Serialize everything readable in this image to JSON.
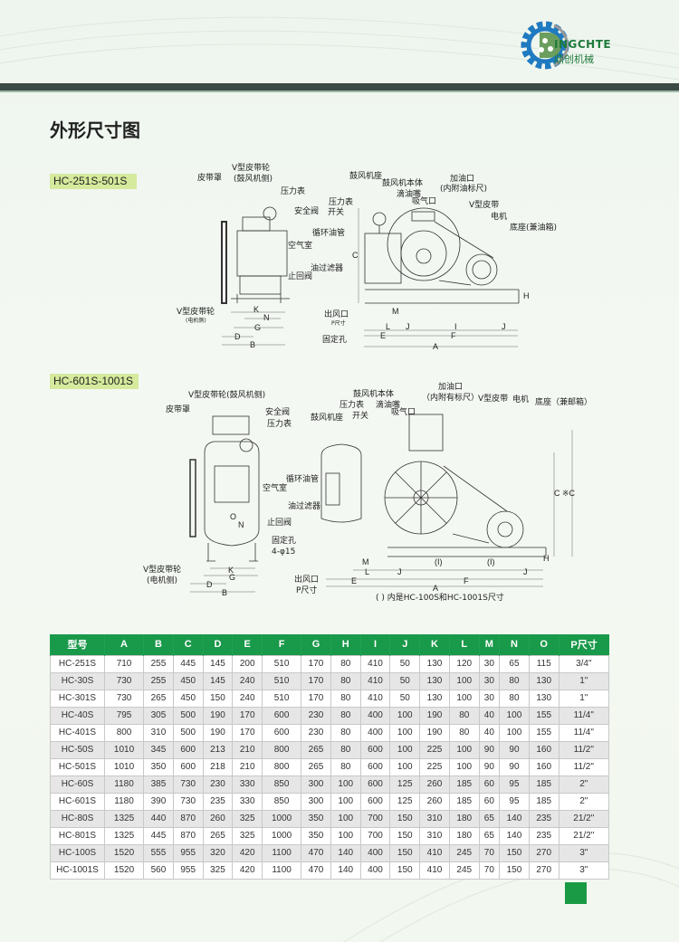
{
  "logo": {
    "text_en": "INGCHTE",
    "text_cn": "鼎创机械"
  },
  "title": "外形尺寸图",
  "section1": {
    "tag": "HC-251S-501S",
    "labels": {
      "belt_cover": "皮带罩",
      "pulley_blower": "V型皮带轮",
      "pulley_blower_side": "(鼓风机侧)",
      "gauge": "压力表",
      "safety_valve": "安全阀",
      "air_chamber": "空气室",
      "check_valve": "止回阀",
      "pulley_motor": "V型皮带轮",
      "pulley_motor_side": "(电机侧)",
      "blower_base": "鼓风机座",
      "blower_body": "鼓风机本体",
      "oil_inlet": "加油口",
      "oil_inlet_note": "(内附油标尺)",
      "drip": "滴油嘴",
      "suction": "吸气口",
      "gauge2": "压力表",
      "switch": "开关",
      "vbelt": "V型皮带",
      "motor": "电机",
      "base": "底座(兼油箱)",
      "oil_pipe": "循环油管",
      "oil_filter": "油过滤器",
      "outlet": "出风口",
      "p_size": "P尺寸",
      "fix_hole": "固定孔"
    },
    "dims": {
      "K": "K",
      "N": "N",
      "G": "G",
      "D": "D",
      "B": "B",
      "C": "C",
      "H": "H",
      "M": "M",
      "L": "L",
      "J1": "J",
      "I": "I",
      "J2": "J",
      "E": "E",
      "F": "F",
      "A": "A"
    }
  },
  "section2": {
    "tag": "HC-601S-1001S",
    "labels": {
      "pulley_blower": "V型皮带轮(鼓风机侧)",
      "belt_cover": "皮带罩",
      "safety_valve": "安全阀",
      "gauge": "压力表",
      "air_chamber": "空气室",
      "check_valve": "止回阀",
      "fix_hole": "固定孔",
      "fix_hole_spec": "4-φ15",
      "pulley_motor": "V型皮带轮",
      "pulley_motor_side": "(电机侧)",
      "oil_inlet": "加油口",
      "oil_inlet_note": "（内附有标尺）",
      "vbelt": "V型皮带",
      "motor": "电机",
      "base": "底座（兼邮箱）",
      "blower_body": "鼓风机本体",
      "gauge2": "压力表",
      "drip": "滴油嘴",
      "switch": "开关",
      "suction": "吸气口",
      "blower_base": "鼓风机座",
      "oil_pipe": "循环油管",
      "oil_filter": "油过滤器",
      "outlet": "出风口",
      "p_size": "P尺寸",
      "note": "( ) 内是HC-100S和HC-1001S尺寸"
    },
    "dims": {
      "O": "O",
      "N": "N",
      "K": "K",
      "G": "G",
      "D": "D",
      "B": "B",
      "CC": "C ※C",
      "M": "M",
      "H": "H",
      "I1": "(I)",
      "I2": "(I)",
      "L": "L",
      "J1": "J",
      "F": "F",
      "J2": "J",
      "E": "E",
      "A": "A"
    }
  },
  "table": {
    "headers": [
      "型号",
      "A",
      "B",
      "C",
      "D",
      "E",
      "F",
      "G",
      "H",
      "I",
      "J",
      "K",
      "L",
      "M",
      "N",
      "O",
      "P尺寸"
    ],
    "rows": [
      [
        "HC-251S",
        "710",
        "255",
        "445",
        "145",
        "200",
        "510",
        "170",
        "80",
        "410",
        "50",
        "130",
        "120",
        "30",
        "65",
        "115",
        "3/4\""
      ],
      [
        "HC-30S",
        "730",
        "255",
        "450",
        "145",
        "240",
        "510",
        "170",
        "80",
        "410",
        "50",
        "130",
        "100",
        "30",
        "80",
        "130",
        "1\""
      ],
      [
        "HC-301S",
        "730",
        "265",
        "450",
        "150",
        "240",
        "510",
        "170",
        "80",
        "410",
        "50",
        "130",
        "100",
        "30",
        "80",
        "130",
        "1\""
      ],
      [
        "HC-40S",
        "795",
        "305",
        "500",
        "190",
        "170",
        "600",
        "230",
        "80",
        "400",
        "100",
        "190",
        "80",
        "40",
        "100",
        "155",
        "11/4\""
      ],
      [
        "HC-401S",
        "800",
        "310",
        "500",
        "190",
        "170",
        "600",
        "230",
        "80",
        "400",
        "100",
        "190",
        "80",
        "40",
        "100",
        "155",
        "11/4\""
      ],
      [
        "HC-50S",
        "1010",
        "345",
        "600",
        "213",
        "210",
        "800",
        "265",
        "80",
        "600",
        "100",
        "225",
        "100",
        "90",
        "90",
        "160",
        "11/2\""
      ],
      [
        "HC-501S",
        "1010",
        "350",
        "600",
        "218",
        "210",
        "800",
        "265",
        "80",
        "600",
        "100",
        "225",
        "100",
        "90",
        "90",
        "160",
        "11/2\""
      ],
      [
        "HC-60S",
        "1180",
        "385",
        "730",
        "230",
        "330",
        "850",
        "300",
        "100",
        "600",
        "125",
        "260",
        "185",
        "60",
        "95",
        "185",
        "2\""
      ],
      [
        "HC-601S",
        "1180",
        "390",
        "730",
        "235",
        "330",
        "850",
        "300",
        "100",
        "600",
        "125",
        "260",
        "185",
        "60",
        "95",
        "185",
        "2\""
      ],
      [
        "HC-80S",
        "1325",
        "440",
        "870",
        "260",
        "325",
        "1000",
        "350",
        "100",
        "700",
        "150",
        "310",
        "180",
        "65",
        "140",
        "235",
        "21/2\""
      ],
      [
        "HC-801S",
        "1325",
        "445",
        "870",
        "265",
        "325",
        "1000",
        "350",
        "100",
        "700",
        "150",
        "310",
        "180",
        "65",
        "140",
        "235",
        "21/2\""
      ],
      [
        "HC-100S",
        "1520",
        "555",
        "955",
        "320",
        "420",
        "1100",
        "470",
        "140",
        "400",
        "150",
        "410",
        "245",
        "70",
        "150",
        "270",
        "3\""
      ],
      [
        "HC-1001S",
        "1520",
        "560",
        "955",
        "325",
        "420",
        "1100",
        "470",
        "140",
        "400",
        "150",
        "410",
        "245",
        "70",
        "150",
        "270",
        "3\""
      ]
    ]
  },
  "colors": {
    "accent": "#19994a",
    "tag": "#d5ea9c",
    "bar": "#3b4a44"
  }
}
